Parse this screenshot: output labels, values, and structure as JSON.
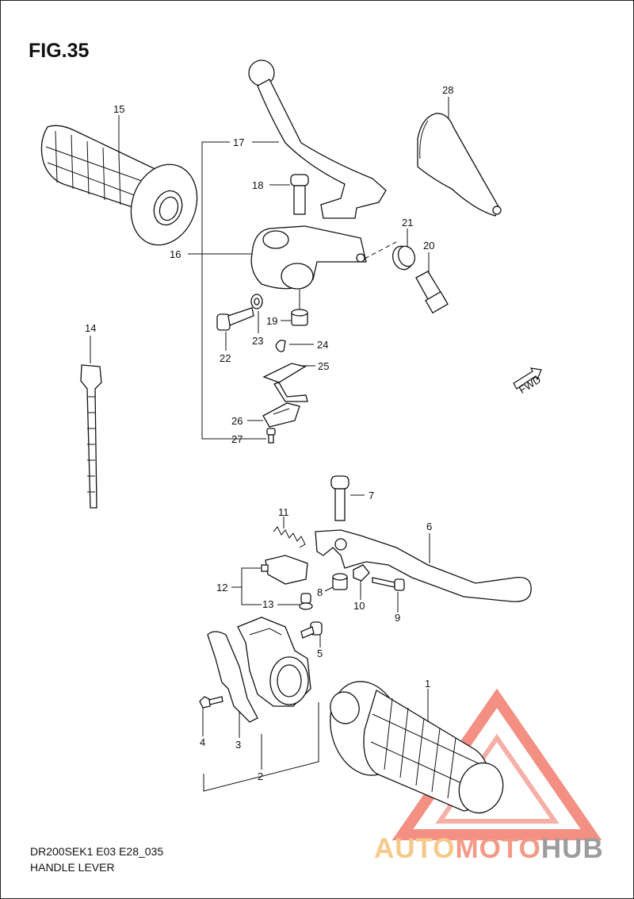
{
  "figure": {
    "title": "FIG.35"
  },
  "footer": {
    "code": "DR200SEK1 E03 E28_035",
    "name": "HANDLE LEVER"
  },
  "fwd_label": "FWD",
  "watermark": {
    "part1": "AUTO",
    "part2": "MOTO",
    "part3": "HUB",
    "colors": [
      "#f5c98a",
      "#f39a86",
      "#9c9c9c"
    ]
  },
  "callouts": [
    "1",
    "2",
    "3",
    "4",
    "5",
    "6",
    "7",
    "8",
    "9",
    "10",
    "11",
    "12",
    "13",
    "14",
    "15",
    "16",
    "17",
    "18",
    "19",
    "20",
    "21",
    "22",
    "23",
    "24",
    "25",
    "26",
    "27",
    "28"
  ]
}
